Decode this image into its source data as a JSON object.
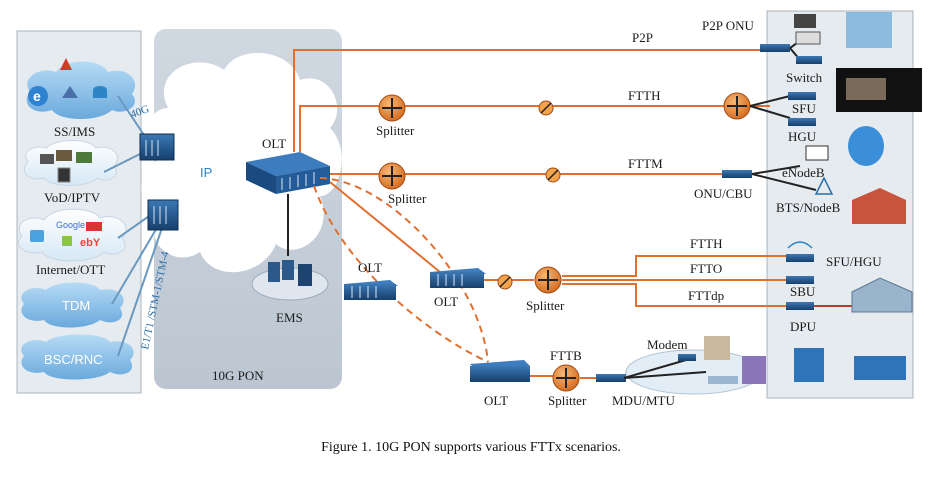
{
  "caption": "Figure 1. 10G PON supports various FTTx scenarios.",
  "left_services": {
    "ss_ims": "SS/IMS",
    "vod_iptv": "VoD/IPTV",
    "internet_ott": "Internet/OTT",
    "tdm": "TDM",
    "bsc_rnc": "BSC/RNC",
    "link_40g": "40G",
    "e1_stm": "E1/T1 /STM-1/STM-4"
  },
  "core": {
    "ip": "IP",
    "olt": "OLT",
    "ems": "EMS",
    "panel_title": "10G PON"
  },
  "links": {
    "p2p": "P2P",
    "ftth": "FTTH",
    "fttm": "FTTM",
    "ftth2": "FTTH",
    "ftto": "FTTO",
    "fttdp": "FTTdp",
    "fttb": "FTTB"
  },
  "nodes": {
    "splitter1": "Splitter",
    "splitter2": "Splitter",
    "splitter3": "Splitter",
    "splitter4": "Splitter",
    "olt_remote": "OLT",
    "olt_mid": "OLT",
    "olt_bottom": "OLT",
    "mdu_mtu": "MDU/MTU",
    "modem": "Modem"
  },
  "right_endpoints": {
    "p2p_onu": "P2P ONU",
    "switch": "Switch",
    "sfu": "SFU",
    "hgu": "HGU",
    "enodeb": "eNodeB",
    "onu_cbu": "ONU/CBU",
    "bts_nodeb": "BTS/NodeB",
    "sfu_hgu": "SFU/HGU",
    "sbu": "SBU",
    "dpu": "DPU"
  },
  "colors": {
    "fiber": "#e07030",
    "copper": "#b53a2a",
    "panel": "#c9d2dc",
    "cloud": "#ffffff",
    "cloud_blue": "#8fc3ea",
    "device": "#1f5a96"
  }
}
